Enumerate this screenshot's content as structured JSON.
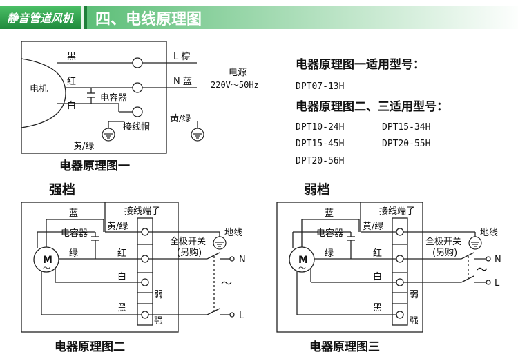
{
  "header": {
    "brand": "静音管道风机",
    "section_title": "四、电线原理图",
    "brand_color": "#2e9a4a",
    "brand_dark": "#1f7f3a"
  },
  "diagram1": {
    "motor": "电机",
    "wire_black": "黑",
    "wire_red": "红",
    "wire_white": "白",
    "capacitor": "电容器",
    "connector_cap": "接线帽",
    "yellow_green_left": "黄/绿",
    "yellow_green_right": "黄/绿",
    "L_label": "L 棕",
    "N_label": "N 蓝",
    "power_label": "电源",
    "voltage": "220V～50Hz",
    "caption": "电器原理图一"
  },
  "models": {
    "heading1": "电器原理图一适用型号：",
    "model1": "DPT07-13H",
    "heading2": "电器原理图二、三适用型号：",
    "list": [
      "DPT10-24H",
      "DPT15-34H",
      "DPT15-45H",
      "DPT20-55H",
      "DPT20-56H"
    ]
  },
  "diagram2": {
    "title": "强档",
    "wire_blue": "蓝",
    "capacitor": "电容器",
    "wire_green": "绿",
    "wire_red": "红",
    "wire_white": "白",
    "wire_black": "黑",
    "yellow_green": "黄/绿",
    "terminal": "接线端子",
    "switch": "全极开关",
    "switch_note": "(另购)",
    "ground": "地线",
    "N": "N",
    "L": "L",
    "tilde": "～",
    "weak": "弱",
    "strong": "强",
    "motor_m": "M",
    "motor_tilde": "～",
    "caption": "电器原理图二"
  },
  "diagram3": {
    "title": "弱档",
    "wire_blue": "蓝",
    "capacitor": "电容器",
    "wire_green": "绿",
    "wire_red": "红",
    "wire_white": "白",
    "wire_black": "黑",
    "yellow_green": "黄/绿",
    "terminal": "接线端子",
    "switch": "全极开关",
    "switch_note": "(另购)",
    "ground": "地线",
    "N": "N",
    "L": "L",
    "tilde": "～",
    "weak": "弱",
    "strong": "强",
    "motor_m": "M",
    "motor_tilde": "～",
    "caption": "电器原理图三"
  }
}
